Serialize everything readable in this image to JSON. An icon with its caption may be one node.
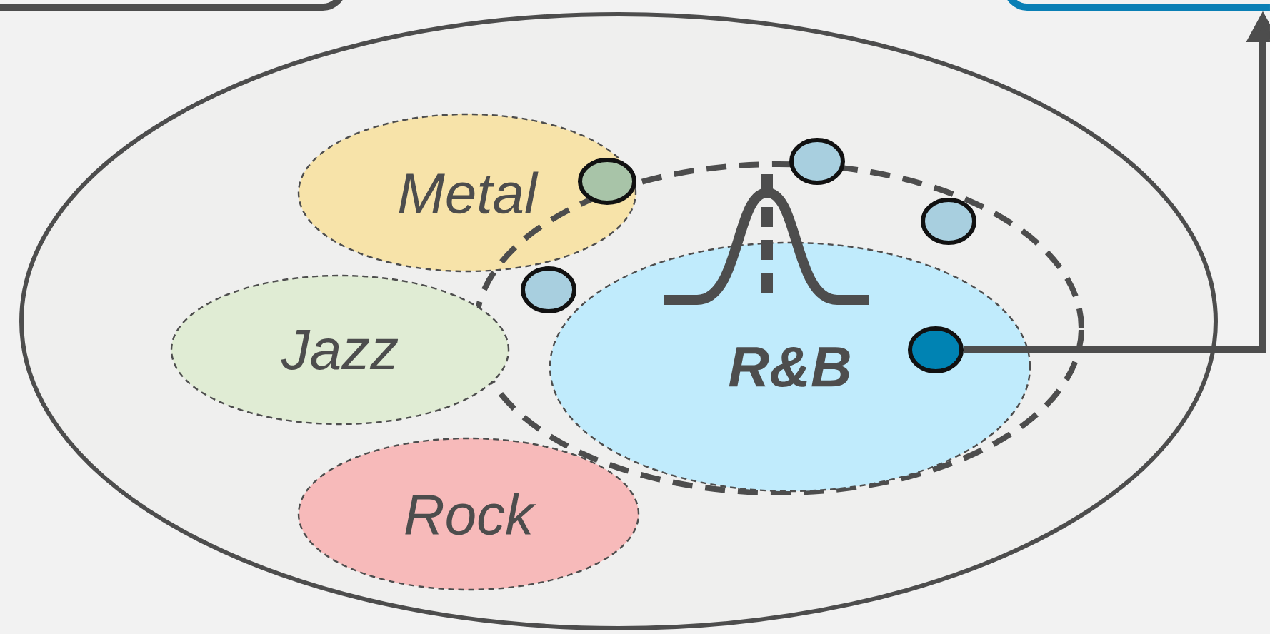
{
  "diagram": {
    "nodes": [
      {
        "text": [],
        "shape": "box"
      },
      {
        "text": [],
        "shape": "box"
      },
      {
        "text": [],
        "shape": "ellipse"
      },
      {
        "text": [
          "Metal"
        ],
        "in": 2
      },
      {
        "text": [],
        "shape": "ellipse",
        "in": 2
      },
      {
        "text": [],
        "shape": "circle",
        "in": 3
      },
      {
        "text": [],
        "shape": "circle",
        "in": 2
      },
      {
        "text": [],
        "shape": "circle",
        "in": 4
      },
      {
        "text": [],
        "shape": "circle",
        "in": 4
      },
      {
        "text": [
          "Jazz"
        ],
        "in": 2
      },
      {
        "text": [
          "R&B"
        ],
        "in": 4
      },
      {
        "text": [],
        "shape": "circle",
        "in": 10
      },
      {
        "text": [
          "Rock"
        ],
        "in": 2
      }
    ],
    "edges": [
      {
        "from": 11,
        "to": 1,
        "arrow": "to"
      }
    ]
  }
}
